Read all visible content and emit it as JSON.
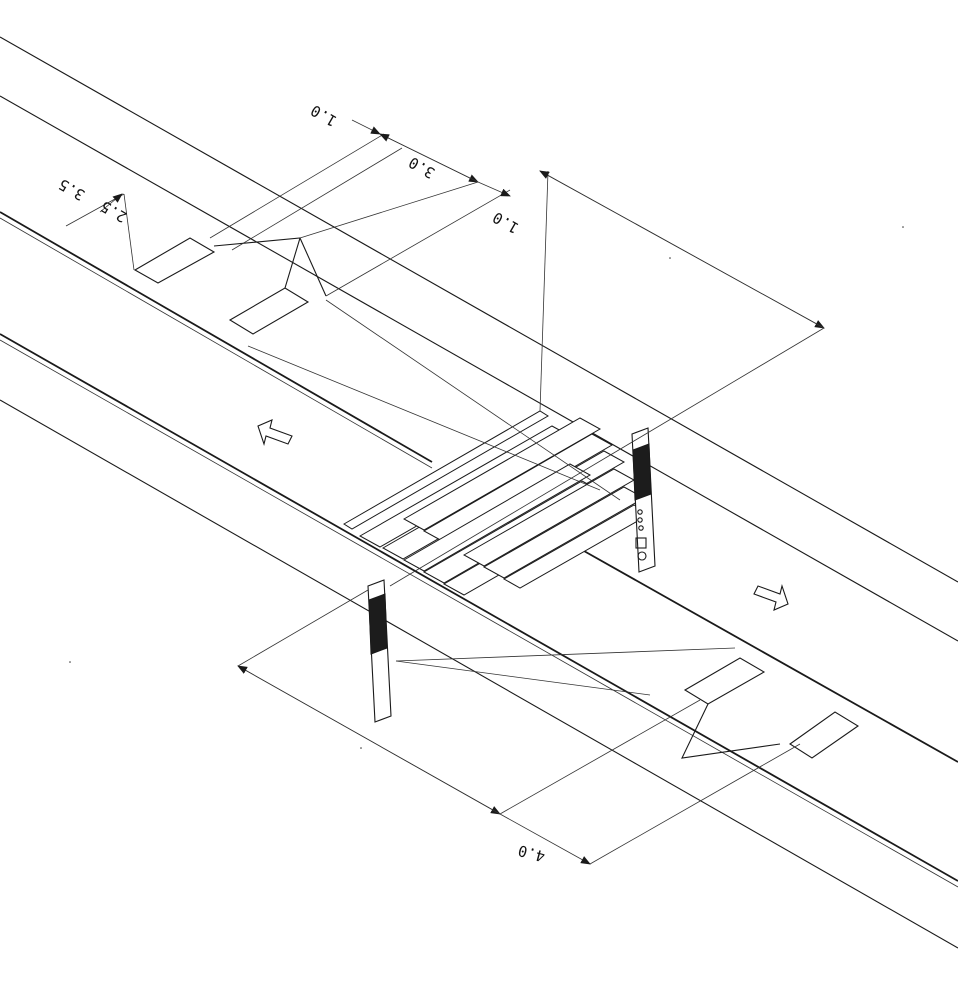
{
  "drawing": {
    "dimensions": {
      "top_1": "1.0",
      "top_2": "3.0",
      "top_3": "1.0",
      "left_a": "3.5",
      "left_b": "2.5",
      "bottom": "4.0"
    },
    "elements": {
      "crosswalk_stripes": 12,
      "posts": 2,
      "direction_arrows": [
        "left",
        "right"
      ]
    }
  }
}
